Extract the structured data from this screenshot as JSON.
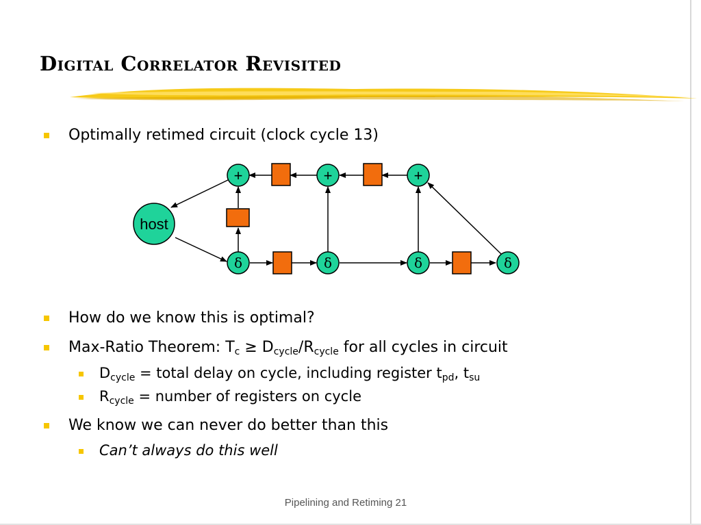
{
  "slide": {
    "title": "Digital Correlator Revisited",
    "footer": "Pipelining and Retiming 21"
  },
  "bullets": {
    "b1": "Optimally retimed circuit  (clock cycle 13)",
    "b2": "How do we know this is optimal?",
    "b3": {
      "t1": "Max-Ratio Theorem:  T",
      "s1": "c",
      "t2": " ≥ D",
      "s2": "cycle",
      "t3": "/R",
      "s3": "cycle",
      "t4": " for all cycles in circuit"
    },
    "b3a": {
      "t1": "D",
      "s1": "cycle",
      "t2": " = total delay on cycle, including register t",
      "s2": "pd",
      "t3": ", t",
      "s3": "su"
    },
    "b3b": {
      "t1": "R",
      "s1": "cycle",
      "t2": " = number of registers on cycle"
    },
    "b4": "We know we can never do better than this",
    "b4a": "Can’t always do this well"
  },
  "diagram": {
    "host_label": "host",
    "plus_label": "+",
    "delta_label": "δ",
    "node_color": "#1fd39a",
    "register_color": "#f26d0d"
  }
}
